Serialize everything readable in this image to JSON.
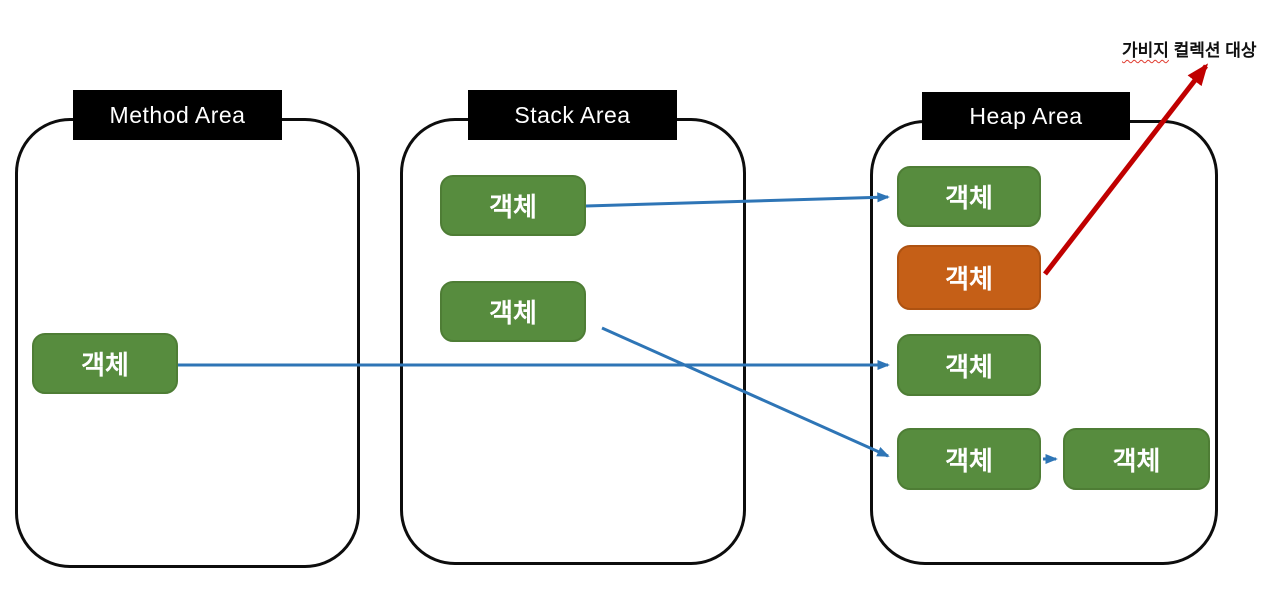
{
  "diagram": {
    "title_context": "JVM memory areas and garbage collection diagram",
    "areas": {
      "method": {
        "title": "Method Area"
      },
      "stack": {
        "title": "Stack Area"
      },
      "heap": {
        "title": "Heap Area"
      }
    },
    "nodes": {
      "method_obj": {
        "label": "객체",
        "area": "method",
        "color": "green"
      },
      "stack_obj1": {
        "label": "객체",
        "area": "stack",
        "color": "green"
      },
      "stack_obj2": {
        "label": "객체",
        "area": "stack",
        "color": "green"
      },
      "heap_obj1": {
        "label": "객체",
        "area": "heap",
        "color": "green"
      },
      "heap_obj2": {
        "label": "객체",
        "area": "heap",
        "color": "orange",
        "status": "garbage-collection-target"
      },
      "heap_obj3": {
        "label": "객체",
        "area": "heap",
        "color": "green"
      },
      "heap_obj4": {
        "label": "객체",
        "area": "heap",
        "color": "green"
      },
      "heap_obj5": {
        "label": "객체",
        "area": "heap",
        "color": "green"
      }
    },
    "gc_label": {
      "word_underlined": "가비지",
      "rest": " 컬렉션 대상",
      "full": "가비지 컬렉션 대상"
    },
    "edges": [
      {
        "from": "stack_obj1",
        "to": "heap_obj1",
        "color": "blue"
      },
      {
        "from": "method_obj",
        "to": "heap_obj3",
        "color": "blue"
      },
      {
        "from": "stack_obj2",
        "to": "heap_obj4",
        "color": "blue"
      },
      {
        "from": "heap_obj4",
        "to": "heap_obj5",
        "color": "blue"
      },
      {
        "from": "heap_obj2",
        "to": "gc_label",
        "color": "red"
      }
    ],
    "colors": {
      "node_green": "#578C3E",
      "node_green_border": "#4E7D35",
      "node_orange": "#C55F17",
      "node_orange_border": "#AE5211",
      "arrow_blue": "#2E75B6",
      "arrow_red": "#C00000",
      "header_bg": "#000000",
      "header_text": "#FFFFFF",
      "container_border": "#0D0D0D"
    }
  }
}
